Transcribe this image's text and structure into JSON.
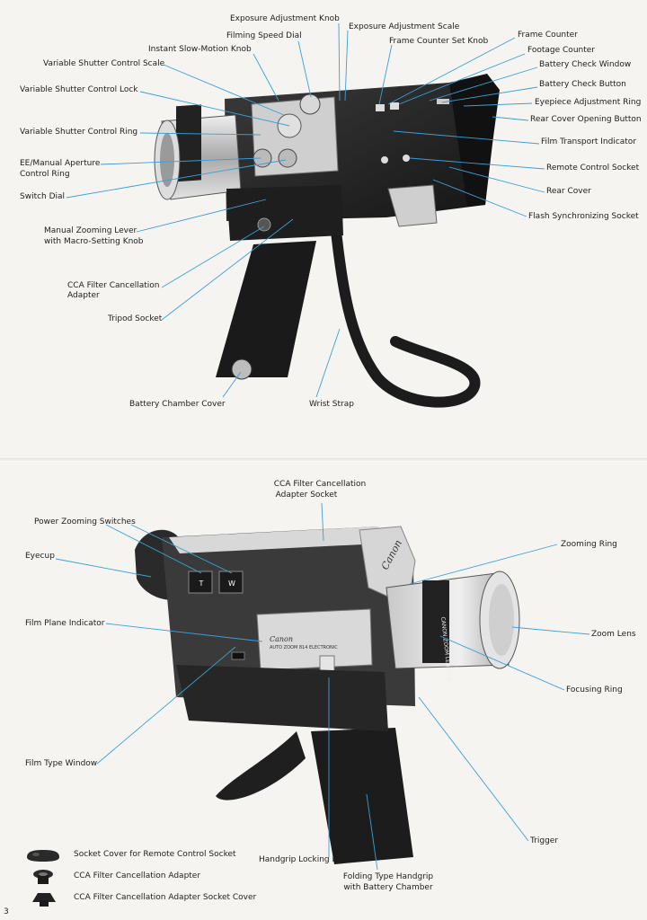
{
  "top_labels": {
    "exposure_adjustment_knob": "Exposure Adjustment Knob",
    "filming_speed_dial": "Filming Speed Dial",
    "exposure_adjustment_scale": "Exposure Adjustment Scale",
    "frame_counter_set_knob": "Frame Counter Set Knob",
    "frame_counter": "Frame Counter",
    "instant_slow_motion_knob": "Instant Slow-Motion Knob",
    "footage_counter": "Footage Counter",
    "variable_shutter_control_scale": "Variable Shutter Control Scale",
    "battery_check_window": "Battery Check Window",
    "battery_check_button": "Battery Check Button",
    "variable_shutter_control_lock": "Variable Shutter Control Lock",
    "eyepiece_adjustment_ring": "Eyepiece Adjustment Ring",
    "rear_cover_opening_button": "Rear Cover Opening Button",
    "variable_shutter_control_ring": "Variable Shutter Control Ring",
    "film_transport_indicator": "Film Transport Indicator",
    "ee_manual_aperture_1": "EE/Manual Aperture",
    "ee_manual_aperture_2": "Control Ring",
    "remote_control_socket": "Remote Control Socket",
    "switch_dial": "Switch Dial",
    "rear_cover": "Rear Cover",
    "flash_synchronizing_socket": "Flash Synchronizing Socket",
    "manual_zooming_lever_1": "Manual Zooming Lever",
    "manual_zooming_lever_2": "with Macro-Setting Knob",
    "cca_filter_adapter_1": "CCA Filter Cancellation",
    "cca_filter_adapter_2": "Adapter",
    "tripod_socket": "Tripod Socket",
    "battery_chamber_cover": "Battery Chamber Cover",
    "wrist_strap": "Wrist Strap"
  },
  "bottom_labels": {
    "cca_adapter_socket_1": "CCA Filter Cancellation",
    "cca_adapter_socket_2": "Adapter Socket",
    "power_zooming_switches": "Power Zooming Switches",
    "eyecup": "Eyecup",
    "zooming_ring": "Zooming Ring",
    "film_plane_indicator": "Film Plane Indicator",
    "zoom_lens": "Zoom Lens",
    "focusing_ring": "Focusing Ring",
    "film_type_window": "Film Type Window",
    "trigger": "Trigger",
    "handgrip_locking_lever": "Handgrip Locking Lever",
    "folding_handgrip_1": "Folding Type Handgrip",
    "folding_handgrip_2": "with Battery Chamber"
  },
  "camera_markings": {
    "brand": "Canon",
    "model": "AUTO ZOOM 814 ELECTRONIC",
    "lens_text": "CANON ZOOM LENS C-8",
    "tele_button": "T",
    "wide_button": "W"
  },
  "legend": [
    {
      "text": "Socket Cover for Remote Control Socket",
      "icon": "socket-cover-icon"
    },
    {
      "text": "CCA Filter Cancellation Adapter",
      "icon": "cca-adapter-icon"
    },
    {
      "text": "CCA Filter Cancellation Adapter Socket Cover",
      "icon": "cca-socket-cover-icon"
    }
  ],
  "page_number": "3",
  "colors": {
    "leader": "#3aa0d8",
    "camera_dark": "#2b2b2b",
    "camera_silver": "#c9c9c9"
  }
}
